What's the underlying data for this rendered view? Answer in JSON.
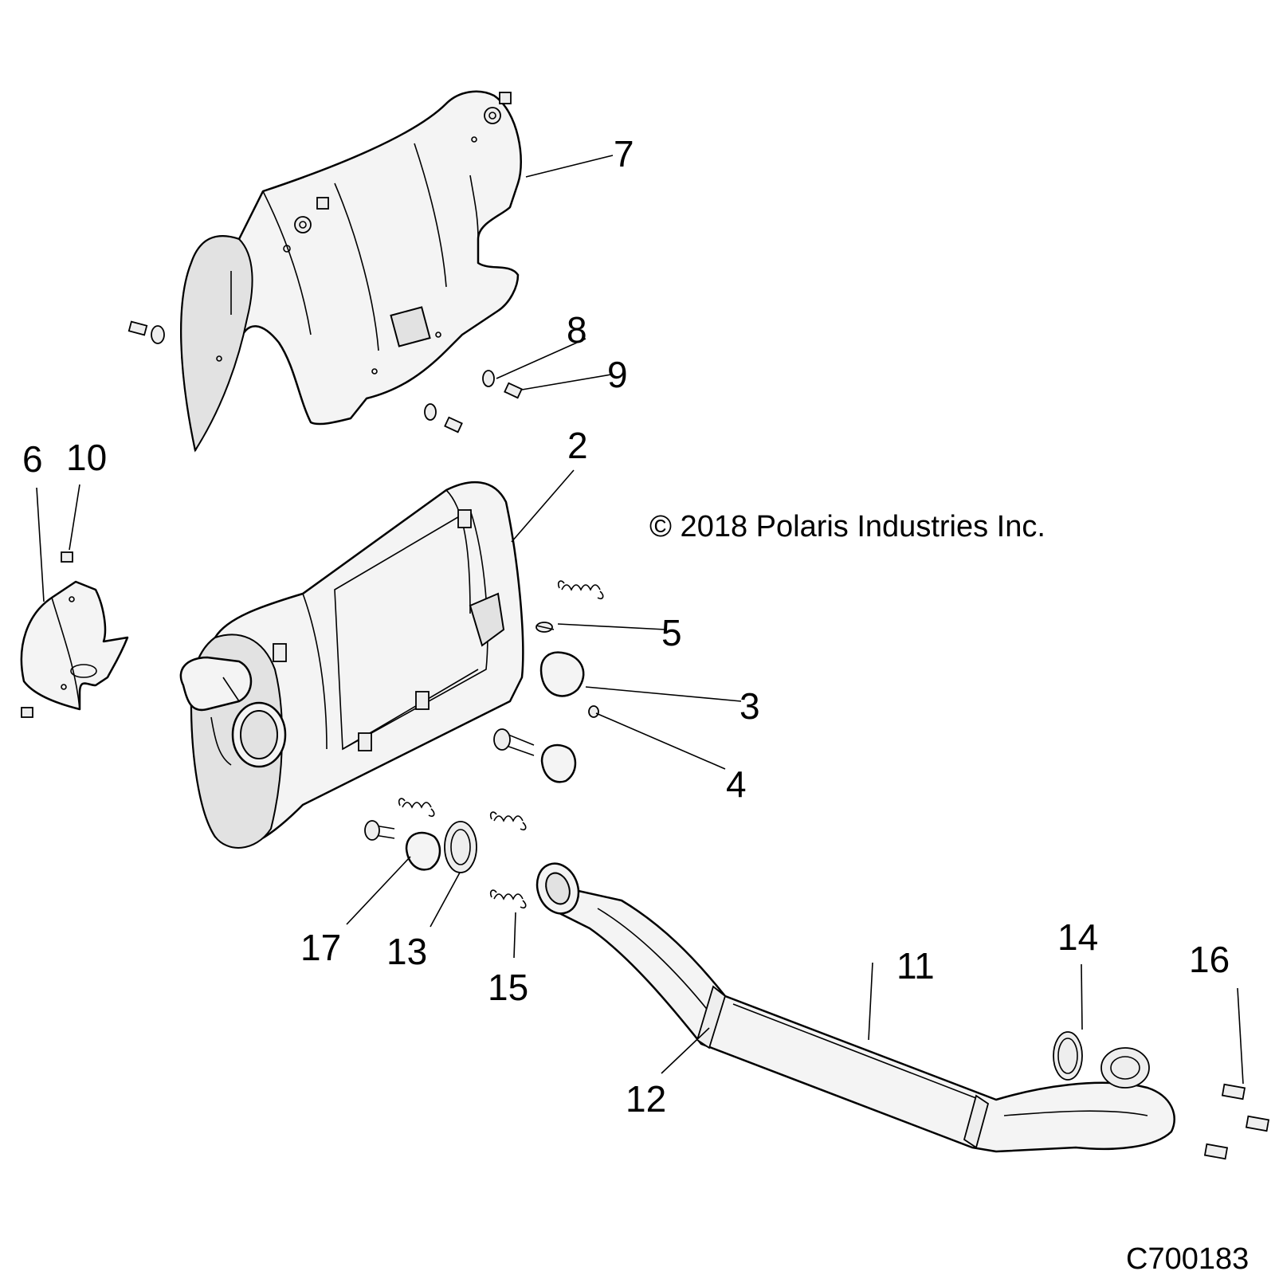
{
  "diagram": {
    "copyright": "© 2018 Polaris Industries Inc.",
    "figure_id": "C700183",
    "callouts": [
      "2",
      "3",
      "4",
      "5",
      "6",
      "7",
      "8",
      "9",
      "10",
      "11",
      "12",
      "13",
      "14",
      "15",
      "16",
      "17"
    ]
  },
  "colors": {
    "line": "#000000",
    "part_fill": "#f4f4f4",
    "shade_fill": "#e2e2e2",
    "background": "#ffffff"
  }
}
